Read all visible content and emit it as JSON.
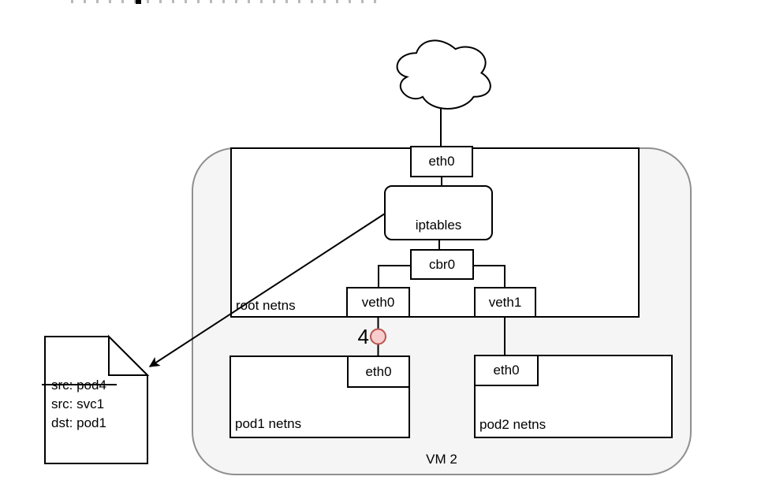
{
  "diagram": {
    "vm2": {
      "label": "VM 2"
    },
    "root_netns": {
      "label": "root netns"
    },
    "eth0_root": {
      "label": "eth0"
    },
    "iptables": {
      "label": "iptables"
    },
    "cbr0": {
      "label": "cbr0"
    },
    "veth0": {
      "label": "veth0"
    },
    "veth1": {
      "label": "veth1"
    },
    "pod1": {
      "label": "pod1 netns",
      "eth0_label": "eth0"
    },
    "pod2": {
      "label": "pod2 netns",
      "eth0_label": "eth0"
    },
    "step_marker": {
      "label": "4"
    },
    "packet_note": {
      "line1": "src: pod4",
      "line1_strikethrough": true,
      "line2": "src: svc1",
      "line3": "dst: pod1"
    },
    "colors": {
      "marker_fill": "#f8cecc",
      "marker_stroke": "#b85450",
      "vm_fill": "#f5f5f5",
      "vm_stroke": "#8f8f8f",
      "stroke": "#000000"
    }
  }
}
